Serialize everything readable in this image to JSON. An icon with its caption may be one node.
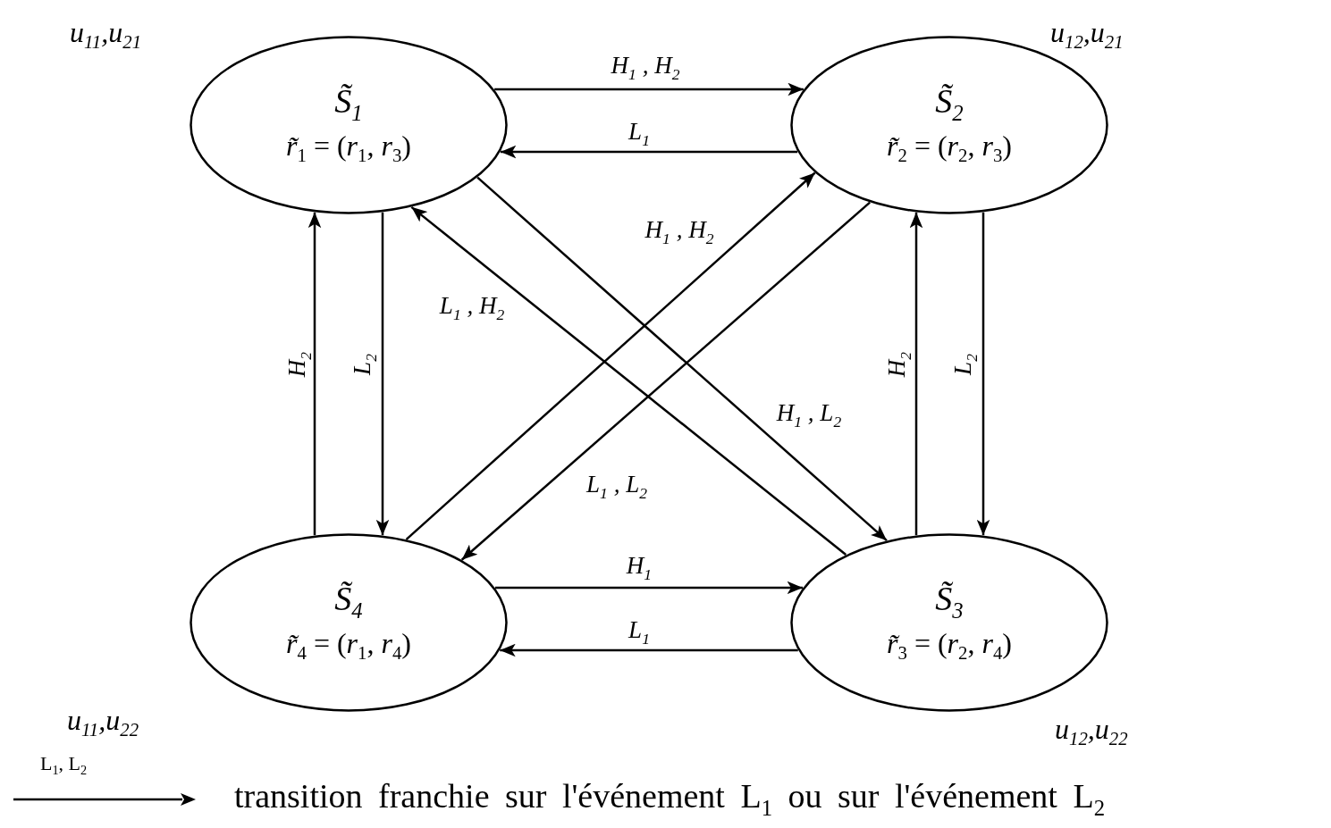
{
  "diagram": {
    "nodes": [
      {
        "text": [
          "S̃$_{1}$",
          "*r̃*$_{1}$ = (*r*$_{1}$, *r*$_{3}$)"
        ],
        "beside": [
          "u$_{11}$,u$_{21}$"
        ]
      },
      {
        "text": [
          "S̃$_{2}$",
          "*r̃*$_{2}$ = (*r*$_{2}$, *r*$_{3}$)"
        ],
        "beside": [
          "u$_{12}$,u$_{21}$"
        ]
      },
      {
        "text": [
          "S̃$_{4}$",
          "*r̃*$_{4}$ = (*r*$_{1}$, *r*$_{4}$)"
        ],
        "beside": [
          "u$_{11}$,u$_{22}$"
        ]
      },
      {
        "text": [
          "S̃$_{3}$",
          "*r̃*$_{3}$ = (*r*$_{2}$, *r*$_{4}$)"
        ],
        "beside": [
          "u$_{12}$,u$_{22}$"
        ]
      }
    ],
    "edges": [
      {
        "from": 0,
        "to": 1,
        "arrow": "to",
        "label": "H$_{1}$ , H$_{2}$"
      },
      {
        "from": 1,
        "to": 0,
        "arrow": "to",
        "label": "L$_{1}$"
      },
      {
        "from": 2,
        "to": 3,
        "arrow": "to",
        "label": "H$_{1}$"
      },
      {
        "from": 3,
        "to": 2,
        "arrow": "to",
        "label": "L$_{1}$"
      },
      {
        "from": 2,
        "to": 0,
        "arrow": "to",
        "label": "H$_{2}$"
      },
      {
        "from": 0,
        "to": 2,
        "arrow": "to",
        "label": "L$_{2}$"
      },
      {
        "from": 3,
        "to": 1,
        "arrow": "to",
        "label": "H$_{2}$"
      },
      {
        "from": 1,
        "to": 3,
        "arrow": "to",
        "label": "L$_{2}$"
      },
      {
        "from": 2,
        "to": 1,
        "arrow": "to",
        "label": "H$_{1}$ , H$_{2}$"
      },
      {
        "from": 1,
        "to": 2,
        "arrow": "to",
        "label": "L$_{1}$ , L$_{2}$"
      },
      {
        "from": 3,
        "to": 0,
        "arrow": "to",
        "label": "L$_{1}$ , H$_{2}$"
      },
      {
        "from": 0,
        "to": 3,
        "arrow": "to",
        "label": "H$_{1}$ , L$_{2}$"
      }
    ],
    "labels": [
      "L$_{1}$, L$_{2}$"
    ],
    "legend": [
      {
        "text": "transition franchie sur l'événement L$_{1}$ ou sur l'événement L$_{2}$"
      }
    ]
  }
}
